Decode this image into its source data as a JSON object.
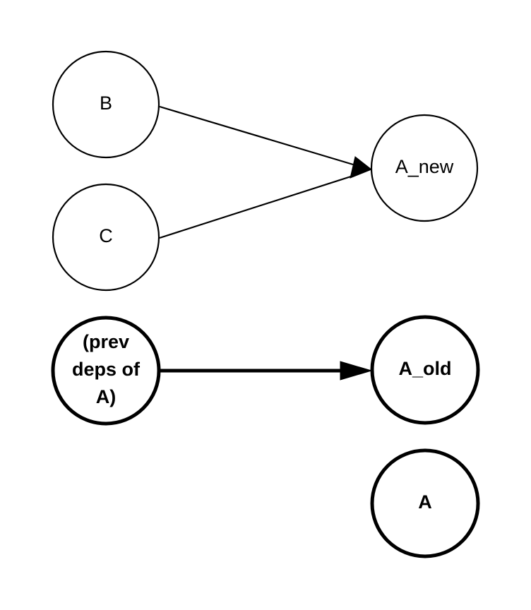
{
  "nodes": {
    "b": {
      "label": "B"
    },
    "c": {
      "label": "C"
    },
    "a_new": {
      "label": "A_new"
    },
    "prev_deps": {
      "label_lines": [
        "(prev",
        "deps of",
        "A)"
      ]
    },
    "a_old": {
      "label": "A_old"
    },
    "a": {
      "label": "A"
    }
  },
  "edges": [
    {
      "from": "B",
      "to": "A_new"
    },
    {
      "from": "C",
      "to": "A_new"
    },
    {
      "from": "(prev deps of A)",
      "to": "A_old"
    }
  ],
  "colors": {
    "stroke": "#000000",
    "fill": "#ffffff"
  }
}
